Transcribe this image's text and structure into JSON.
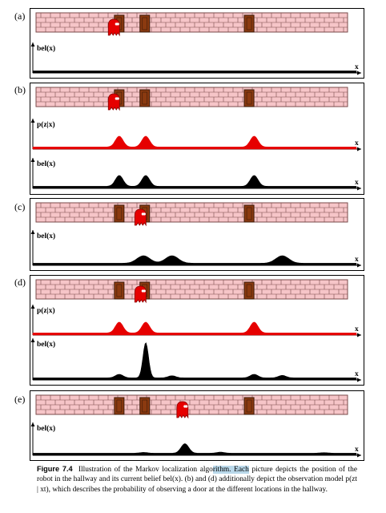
{
  "panels": [
    {
      "label": "(a)",
      "plots": [
        {
          "ylabel": "bel(x)",
          "xlabel": "x",
          "color": "#000000",
          "peaks": []
        }
      ],
      "robot": 0.25
    },
    {
      "label": "(b)",
      "plots": [
        {
          "ylabel": "p(z|x)",
          "xlabel": "x",
          "color": "#e60000",
          "peaks": [
            [
              0.267,
              0.45
            ],
            [
              0.349,
              0.45
            ],
            [
              0.684,
              0.45
            ]
          ]
        },
        {
          "ylabel": "bel(x)",
          "xlabel": "x",
          "color": "#000000",
          "peaks": [
            [
              0.267,
              0.45
            ],
            [
              0.349,
              0.45
            ],
            [
              0.684,
              0.45
            ]
          ]
        }
      ],
      "robot": 0.25
    },
    {
      "label": "(c)",
      "plots": [
        {
          "ylabel": "bel(x)",
          "xlabel": "x",
          "color": "#000000",
          "peaks": [
            [
              0.342,
              0.26
            ],
            [
              0.43,
              0.26
            ],
            [
              0.771,
              0.26
            ]
          ]
        }
      ],
      "robot": 0.335
    },
    {
      "label": "(d)",
      "plots": [
        {
          "ylabel": "p(z|x)",
          "xlabel": "x",
          "color": "#e60000",
          "peaks": [
            [
              0.267,
              0.45
            ],
            [
              0.349,
              0.45
            ],
            [
              0.684,
              0.45
            ]
          ]
        },
        {
          "ylabel": "bel(x)",
          "xlabel": "x",
          "color": "#000000",
          "peaks": [
            [
              0.267,
              0.1
            ],
            [
              0.349,
              1.0
            ],
            [
              0.43,
              0.06
            ],
            [
              0.684,
              0.1
            ],
            [
              0.771,
              0.07
            ]
          ]
        }
      ],
      "robot": 0.335
    },
    {
      "label": "(e)",
      "plots": [
        {
          "ylabel": "bel(x)",
          "xlabel": "x",
          "color": "#000000",
          "peaks": [
            [
              0.343,
              0.03
            ],
            [
              0.47,
              0.36
            ],
            [
              0.58,
              0.04
            ],
            [
              0.9,
              0.02
            ]
          ]
        }
      ],
      "robot": 0.47
    }
  ],
  "doors": [
    0.267,
    0.349,
    0.684
  ],
  "colors": {
    "wall": "#f6c5c8",
    "brick": "#7a4a4a",
    "door": "#8b3a10",
    "robot": "#e60000"
  },
  "caption": {
    "label": "Figure 7.4",
    "text_pre": "Illustration of the Markov localization algo",
    "text_hl": "rithm. Each",
    "text_post": " picture depicts the position of the robot in the hallway and its current belief bel(x). (b) and (d) additionally depict the observation model p(zt | xt), which describes the probability of observing a door at the different locations in the hallway."
  }
}
